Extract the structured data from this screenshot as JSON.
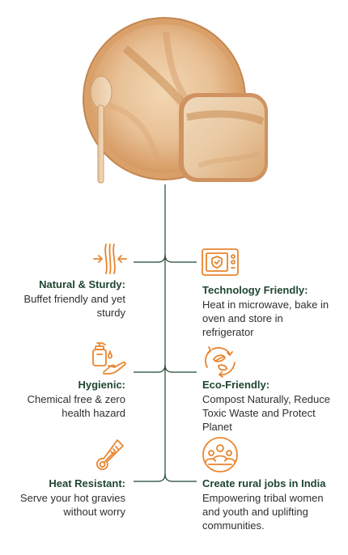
{
  "accent_color": "#e8852e",
  "line_color": "#1f4630",
  "features_left": [
    {
      "title": "Natural & Sturdy:",
      "desc": "Buffet friendly and yet sturdy",
      "icon": "compress-arrows-icon"
    },
    {
      "title": "Hygienic:",
      "desc": "Chemical free & zero health hazard",
      "icon": "hand-wash-icon"
    },
    {
      "title": "Heat Resistant:",
      "desc": "Serve your hot gravies without worry",
      "icon": "thermometer-icon"
    }
  ],
  "features_right": [
    {
      "title": "Technology Friendly:",
      "desc": "Heat in microwave, bake in oven and store in refrigerator",
      "icon": "microwave-icon"
    },
    {
      "title": "Eco-Friendly:",
      "desc": "Compost Naturally, Reduce Toxic Waste and Protect Planet",
      "icon": "recycle-leaves-icon"
    },
    {
      "title": "Create rural jobs in India",
      "desc": "Empowering tribal women and youth and uplifting communities.",
      "icon": "community-icon"
    }
  ]
}
